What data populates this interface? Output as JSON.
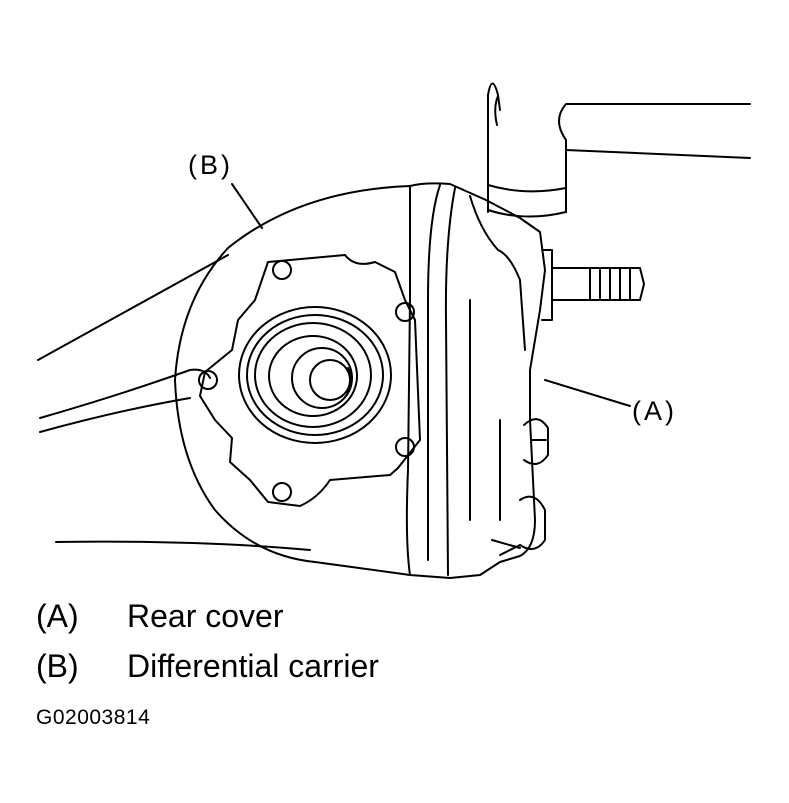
{
  "callouts": {
    "a": "(A)",
    "b": "(B)"
  },
  "legend": [
    {
      "key": "(A)",
      "description": "Rear cover"
    },
    {
      "key": "(B)",
      "description": "Differential carrier"
    }
  ],
  "figure_id": "G02003814"
}
